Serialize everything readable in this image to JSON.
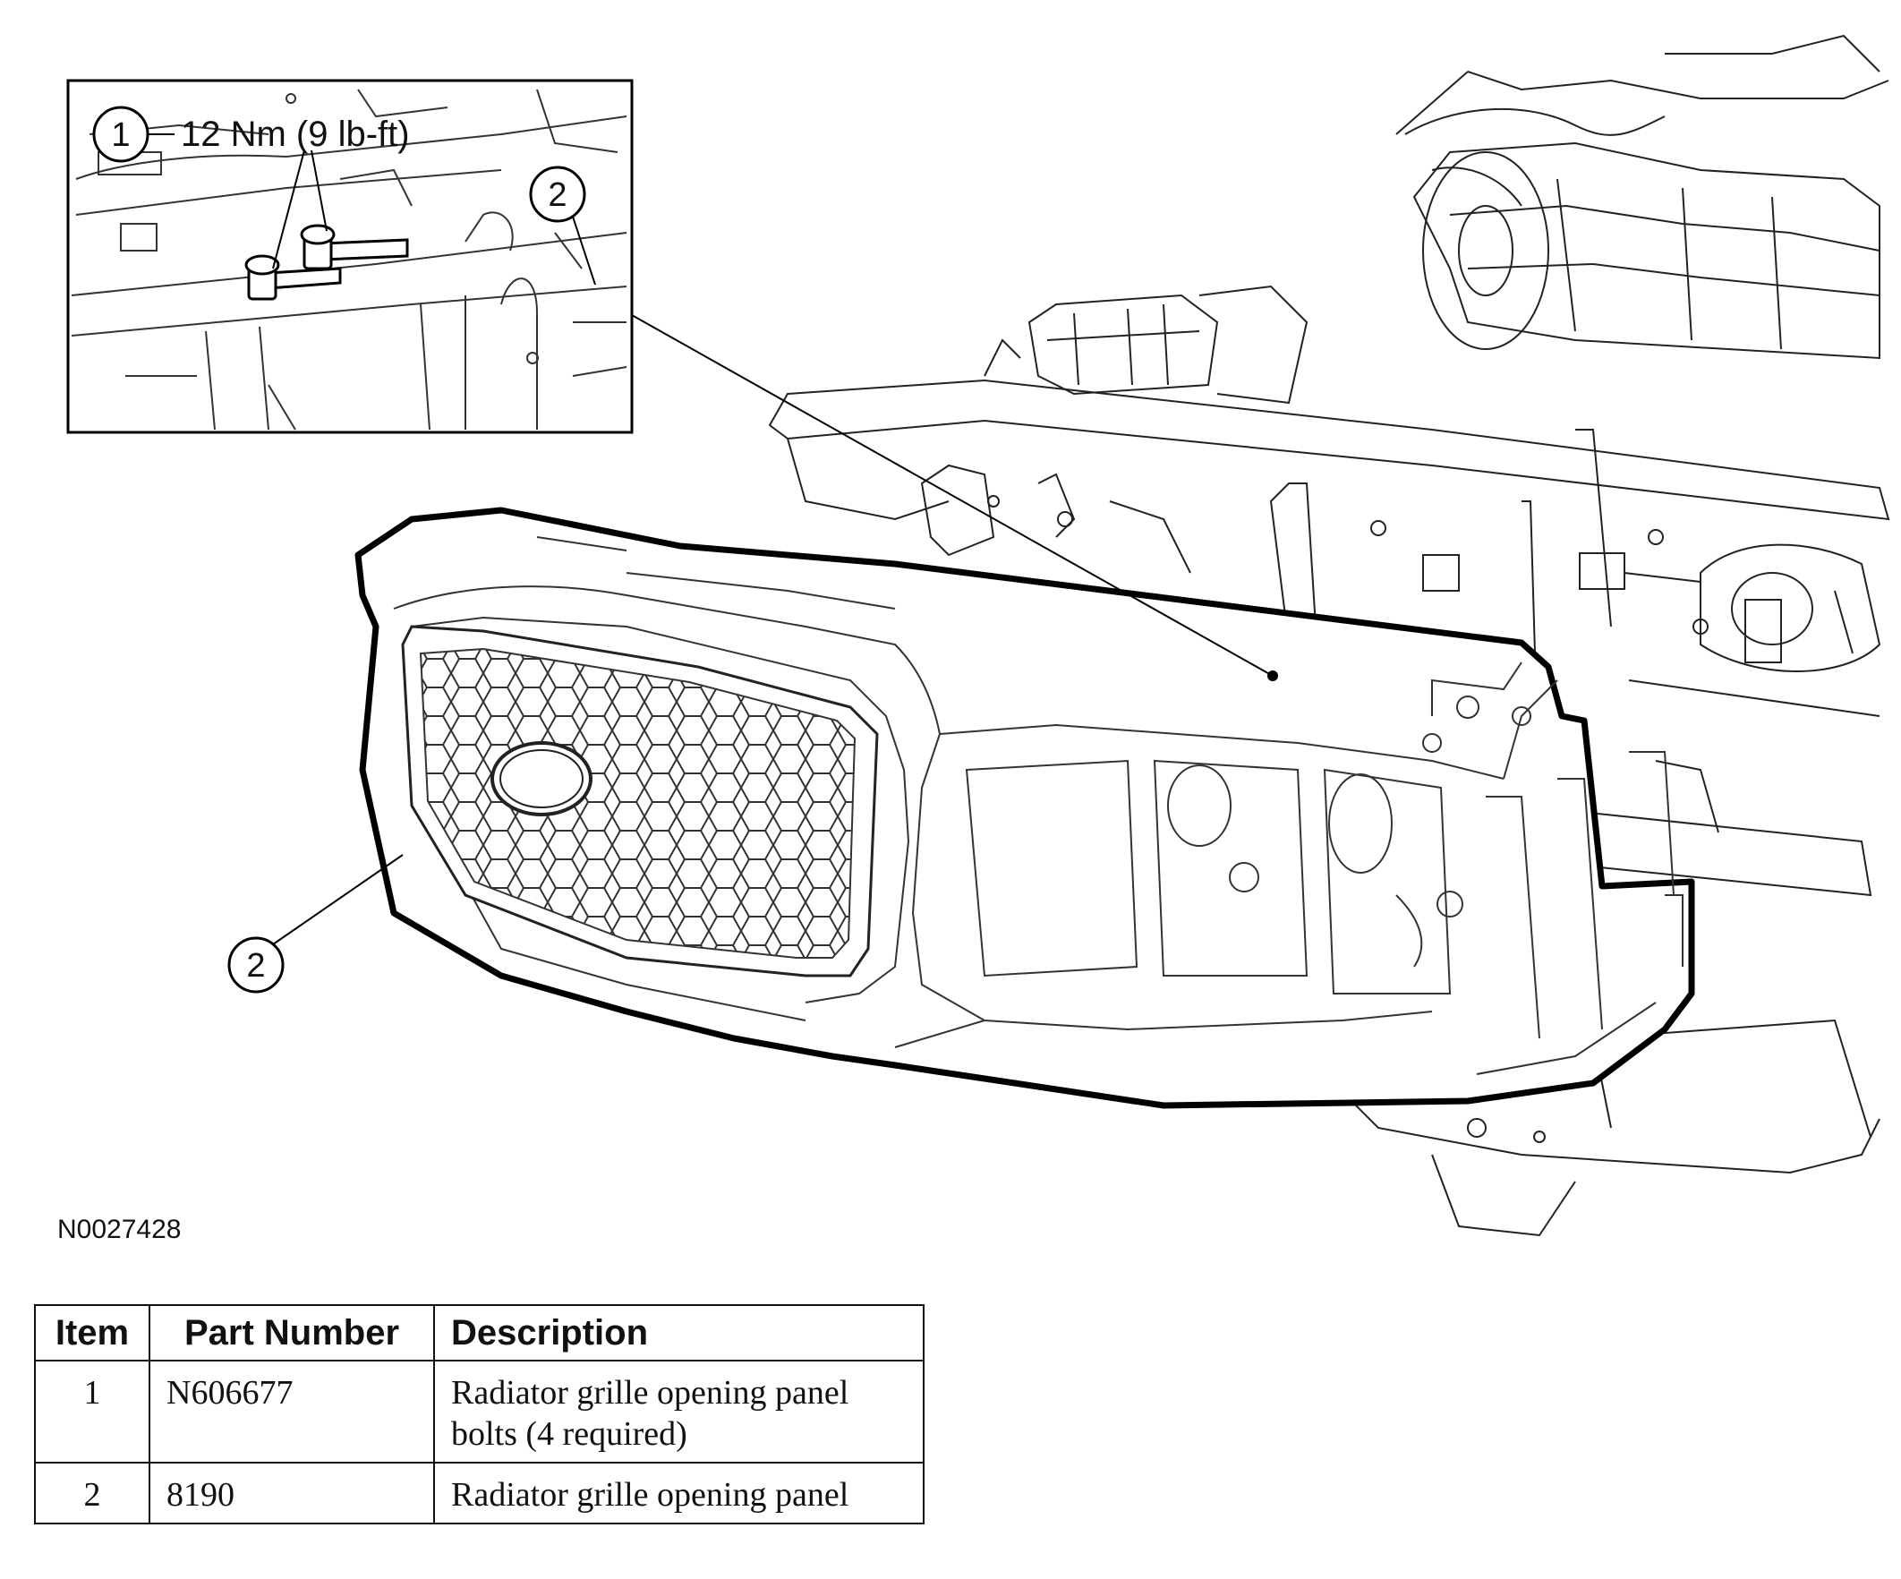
{
  "figure_code": "N0027428",
  "inset": {
    "callouts": [
      "1",
      "2"
    ],
    "torque_spec": "12 Nm (9 lb-ft)"
  },
  "main": {
    "callouts": [
      "2"
    ]
  },
  "parts_table": {
    "headers": [
      "Item",
      "Part Number",
      "Description"
    ],
    "rows": [
      {
        "item": "1",
        "part_number": "N606677",
        "description_line1": "Radiator grille opening panel",
        "description_line2": "bolts (4 required)"
      },
      {
        "item": "2",
        "part_number": "8190",
        "description_line1": "Radiator grille opening panel",
        "description_line2": ""
      }
    ]
  }
}
